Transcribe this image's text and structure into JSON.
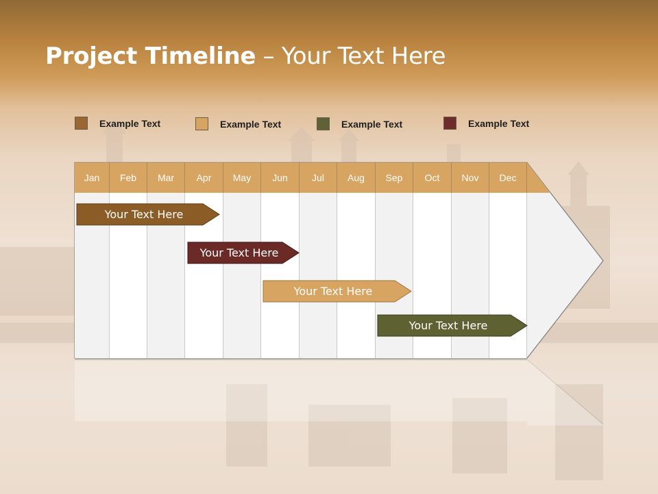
{
  "title": {
    "strong": "Project Timeline",
    "rest": " – Your Text Here"
  },
  "legend": [
    {
      "label": "Example Text",
      "color": "#9a6632"
    },
    {
      "label": "Example Text",
      "color": "#d7a561"
    },
    {
      "label": "Example Text",
      "color": "#5f6236"
    },
    {
      "label": "Example Text",
      "color": "#6e2d2a"
    }
  ],
  "months": [
    "Jan",
    "Feb",
    "Mar",
    "Apr",
    "May",
    "Jun",
    "Jul",
    "Aug",
    "Sep",
    "Oct",
    "Nov",
    "Dec"
  ],
  "tasks": [
    {
      "label": "Your  Text Here",
      "color": "#8c5c27"
    },
    {
      "label": "Your  Text Here",
      "color": "#6b2a26"
    },
    {
      "label": "Your  Text Here",
      "color": "#d7a561"
    },
    {
      "label": "Your  Text Here",
      "color": "#5e6233"
    }
  ],
  "colors": {
    "header": "#d7a561",
    "column_light": "#f2f2f2",
    "column_white": "#ffffff"
  }
}
